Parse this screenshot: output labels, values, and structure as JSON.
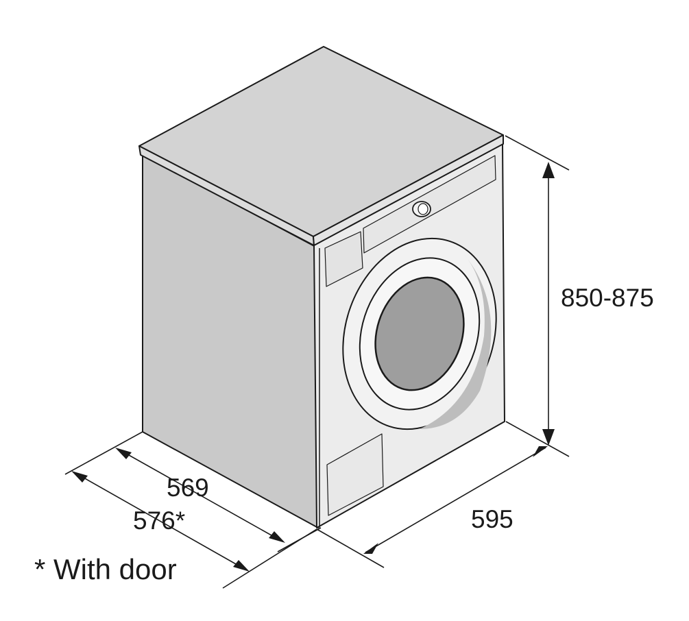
{
  "dimensions": {
    "height": "850-875",
    "width": "595",
    "depth": "569",
    "depth_with_door": "576*"
  },
  "footnote": "* With door",
  "colors": {
    "side_panel": "#c9c9c9",
    "top": "#d3d3d3",
    "front": "#ececec",
    "porthole_glass": "#9e9e9e",
    "door_shadow": "#bdbdbd",
    "outline": "#1a1a1a"
  }
}
